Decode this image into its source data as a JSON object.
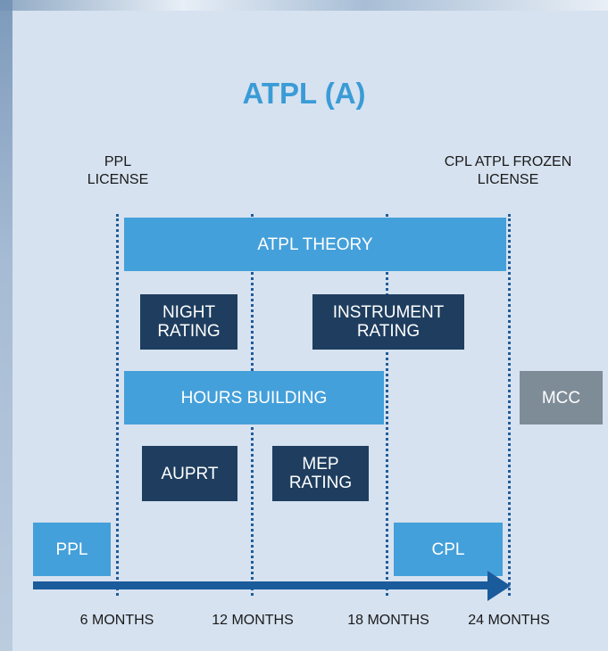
{
  "title": "ATPL (A)",
  "milestones": {
    "start": "PPL\nLICENSE",
    "end": "CPL ATPL FROZEN\nLICENSE"
  },
  "boxes": {
    "atpl_theory": "ATPL THEORY",
    "night_rating": "NIGHT\nRATING",
    "instrument_rating": "INSTRUMENT\nRATING",
    "hours_building": "HOURS BUILDING",
    "mcc": "MCC",
    "auprt": "AUPRT",
    "mep_rating": "MEP\nRATING",
    "ppl": "PPL",
    "cpl": "CPL"
  },
  "timeline": [
    "6 MONTHS",
    "12 MONTHS",
    "18 MONTHS",
    "24 MONTHS"
  ],
  "colors": {
    "title": "#3a9bd6",
    "light_box": "#44a0da",
    "dark_box": "#1f3e5f",
    "grey_box": "#7e8c98",
    "timeline": "#1a5b9c"
  }
}
